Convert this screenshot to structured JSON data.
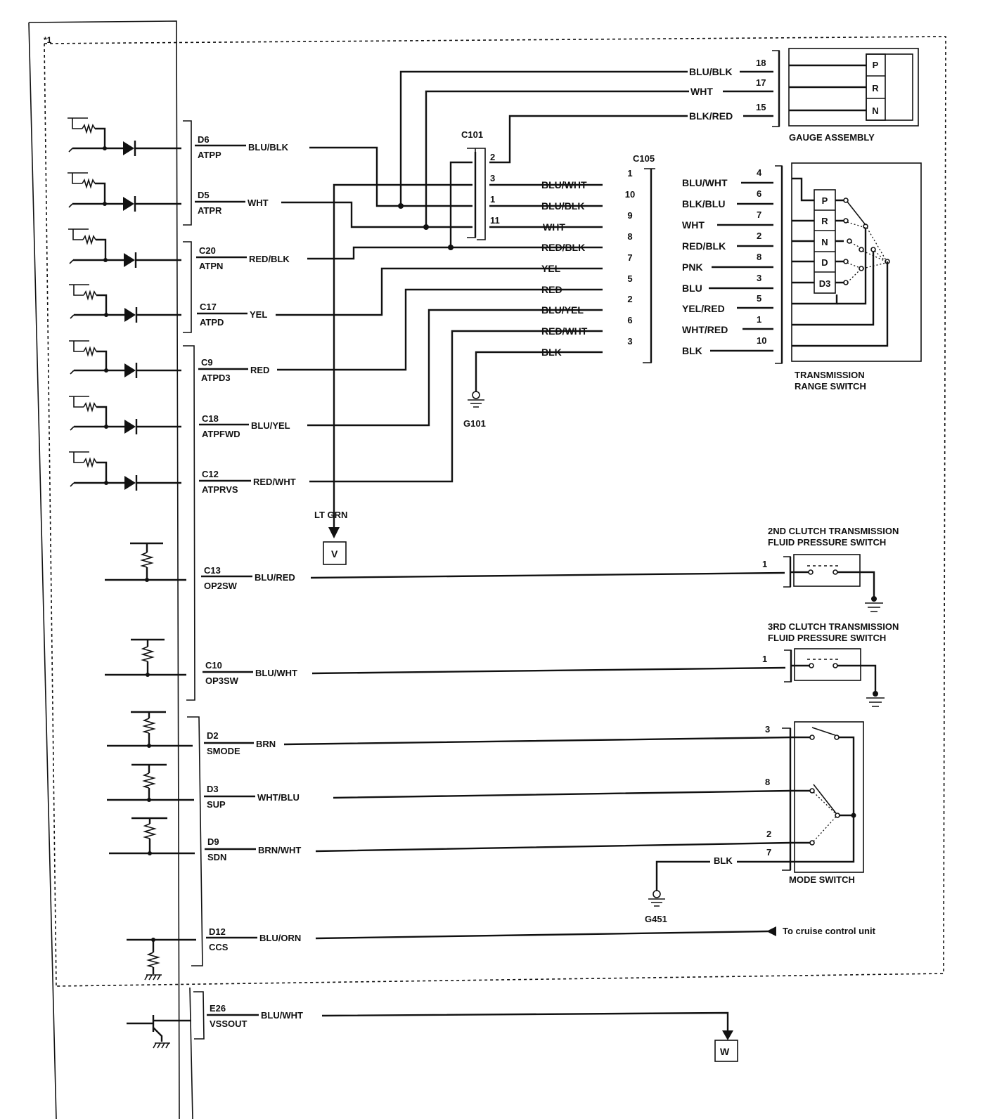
{
  "ecm_note": "*1",
  "pcm_pins": [
    {
      "pin": "D6",
      "signal": "ATPP",
      "wire": "BLU/BLK"
    },
    {
      "pin": "D5",
      "signal": "ATPR",
      "wire": "WHT"
    },
    {
      "pin": "C20",
      "signal": "ATPN",
      "wire": "RED/BLK"
    },
    {
      "pin": "C17",
      "signal": "ATPD",
      "wire": "YEL"
    },
    {
      "pin": "C9",
      "signal": "ATPD3",
      "wire": "RED"
    },
    {
      "pin": "C18",
      "signal": "ATPFWD",
      "wire": "BLU/YEL"
    },
    {
      "pin": "C12",
      "signal": "ATPRVS",
      "wire": "RED/WHT"
    },
    {
      "pin": "C13",
      "signal": "OP2SW",
      "wire": "BLU/RED"
    },
    {
      "pin": "C10",
      "signal": "OP3SW",
      "wire": "BLU/WHT"
    },
    {
      "pin": "D2",
      "signal": "SMODE",
      "wire": "BRN"
    },
    {
      "pin": "D3",
      "signal": "SUP",
      "wire": "WHT/BLU"
    },
    {
      "pin": "D9",
      "signal": "SDN",
      "wire": "BRN/WHT"
    },
    {
      "pin": "D12",
      "signal": "CCS",
      "wire": "BLU/ORN"
    },
    {
      "pin": "E26",
      "signal": "VSSOUT",
      "wire": "BLU/WHT"
    }
  ],
  "c101": {
    "label": "C101",
    "pins": [
      {
        "pin": "2",
        "wire": ""
      },
      {
        "pin": "3",
        "wire": "BLU/WHT"
      },
      {
        "pin": "1",
        "wire": "BLU/BLK"
      },
      {
        "pin": "11",
        "wire": "WHT"
      }
    ]
  },
  "c105": {
    "label": "C105",
    "left": [
      {
        "pin": "1",
        "wire": "BLU/WHT"
      },
      {
        "pin": "10",
        "wire": "BLU/BLK"
      },
      {
        "pin": "9",
        "wire": "WHT"
      },
      {
        "pin": "8",
        "wire": "RED/BLK"
      },
      {
        "pin": "7",
        "wire": "YEL"
      },
      {
        "pin": "5",
        "wire": "RED"
      },
      {
        "pin": "2",
        "wire": "BLU/YEL"
      },
      {
        "pin": "6",
        "wire": "RED/WHT"
      },
      {
        "pin": "3",
        "wire": "BLK"
      }
    ],
    "right": [
      {
        "pin": "4",
        "wire": "BLU/WHT"
      },
      {
        "pin": "6",
        "wire": "BLK/BLU"
      },
      {
        "pin": "7",
        "wire": "WHT"
      },
      {
        "pin": "2",
        "wire": "RED/BLK"
      },
      {
        "pin": "8",
        "wire": "PNK"
      },
      {
        "pin": "3",
        "wire": "BLU"
      },
      {
        "pin": "5",
        "wire": "YEL/RED"
      },
      {
        "pin": "1",
        "wire": "WHT/RED"
      },
      {
        "pin": "10",
        "wire": "BLK"
      }
    ]
  },
  "gauge": {
    "title": "GAUGE ASSEMBLY",
    "wires": [
      {
        "pin": "18",
        "wire": "BLU/BLK",
        "ind": "P"
      },
      {
        "pin": "17",
        "wire": "WHT",
        "ind": "R"
      },
      {
        "pin": "15",
        "wire": "BLK/RED",
        "ind": "N"
      }
    ]
  },
  "range_switch": {
    "title_line1": "TRANSMISSION",
    "title_line2": "RANGE SWITCH",
    "positions": [
      "P",
      "R",
      "N",
      "D",
      "D3"
    ]
  },
  "grounds": {
    "g101": "G101",
    "g451": "G451"
  },
  "lt_grn": "LT GRN",
  "connector_v": "V",
  "connector_w": "W",
  "op2": {
    "line1": "2ND CLUTCH TRANSMISSION",
    "line2": "FLUID PRESSURE SWITCH",
    "pin": "1"
  },
  "op3": {
    "line1": "3RD CLUTCH TRANSMISSION",
    "line2": "FLUID PRESSURE SWITCH",
    "pin": "1"
  },
  "mode_switch": {
    "title": "MODE SWITCH",
    "pins": [
      "3",
      "8",
      "2",
      "7"
    ],
    "ground_wire": "BLK"
  },
  "cruise": "To cruise control unit"
}
